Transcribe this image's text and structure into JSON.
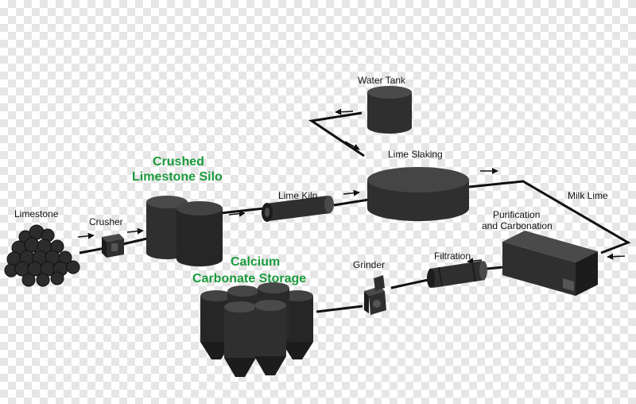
{
  "labels": {
    "water_tank": "Water Tank",
    "lime_slaking": "Lime Slaking",
    "lime_kiln": "Lime Kiln",
    "milk_lime": "Milk Lime",
    "purification_1": "Purification",
    "purification_2": "and Carbonation",
    "limestone": "Limestone",
    "crusher": "Crusher",
    "silo_1": "Crushed",
    "silo_2": "Limestone Silo",
    "storage_1": "Calcium",
    "storage_2": "Carbonate Storage",
    "grinder": "Grinder",
    "filtration": "Filtration"
  },
  "colors": {
    "equipment": "#2f2f2f",
    "equipment_dark": "#1c1c1c",
    "equipment_light": "#4a4a4a",
    "pipe": "#111111",
    "label_green": "#1a9a3c",
    "label_dark": "#111111"
  }
}
